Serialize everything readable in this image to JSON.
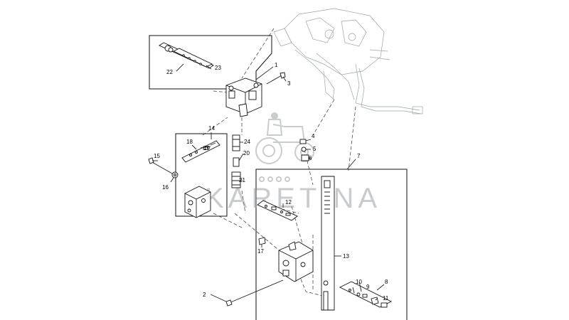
{
  "watermark": {
    "text": "KARETINA"
  },
  "callouts": {
    "c1": "1",
    "c2": "2",
    "c3": "3",
    "c4": "4",
    "c5": "5",
    "c6": "6",
    "c7": "7",
    "c8": "8",
    "c9": "9",
    "c10": "10",
    "c11": "11",
    "c12": "12",
    "c13": "13",
    "c14": "14",
    "c15": "15",
    "c16": "16",
    "c17": "17",
    "c18": "18",
    "c19": "19",
    "c20": "20",
    "c21": "21",
    "c22": "22",
    "c23": "23",
    "c24": "24"
  }
}
